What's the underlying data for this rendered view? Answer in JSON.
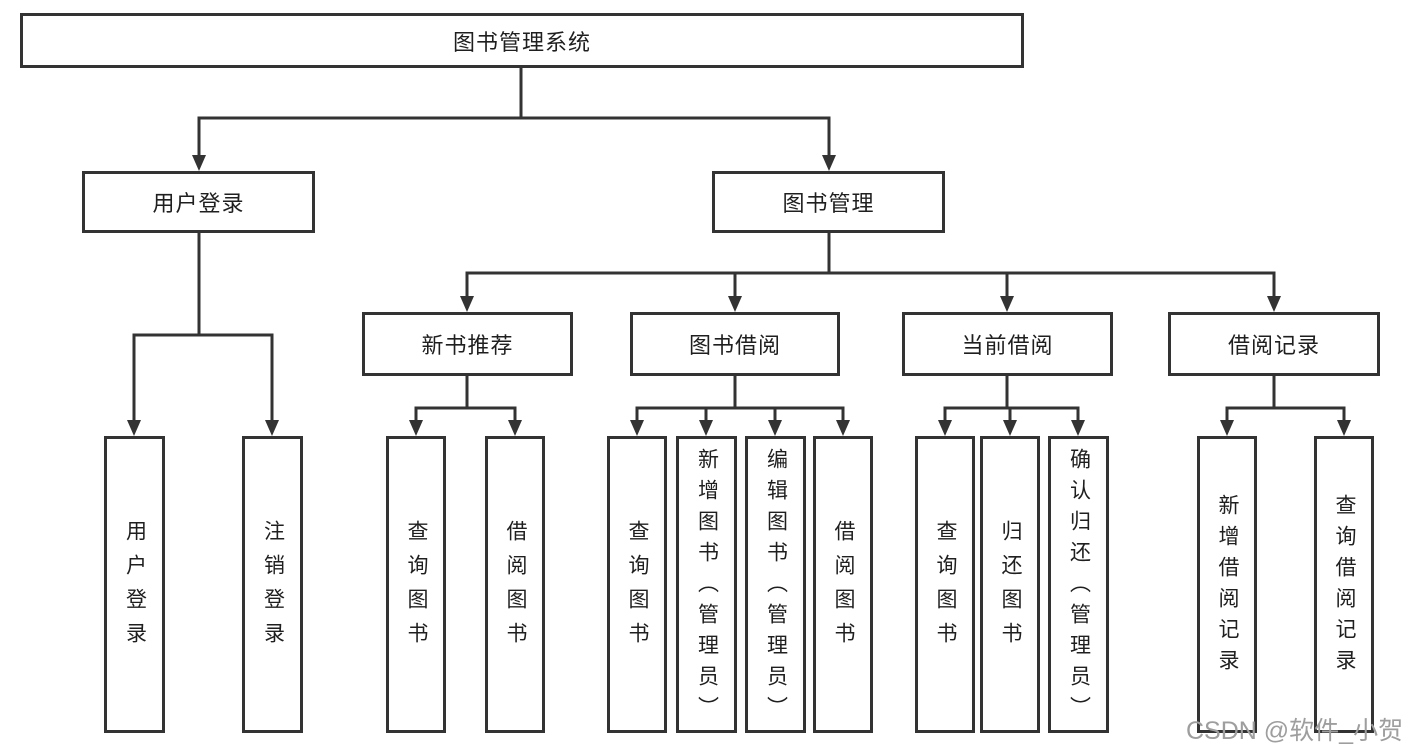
{
  "diagram": {
    "root": {
      "label": "图书管理系统"
    },
    "level2": [
      {
        "label": "用户登录"
      },
      {
        "label": "图书管理"
      }
    ],
    "level3": [
      {
        "label": "新书推荐"
      },
      {
        "label": "图书借阅"
      },
      {
        "label": "当前借阅"
      },
      {
        "label": "借阅记录"
      }
    ],
    "leaves": [
      {
        "label": "用户登录",
        "parent": "用户登录"
      },
      {
        "label": "注销登录",
        "parent": "用户登录"
      },
      {
        "label": "查询图书",
        "parent": "新书推荐"
      },
      {
        "label": "借阅图书",
        "parent": "新书推荐"
      },
      {
        "label": "查询图书",
        "parent": "图书借阅"
      },
      {
        "label": "新增图书（管理员）",
        "parent": "图书借阅"
      },
      {
        "label": "编辑图书（管理员）",
        "parent": "图书借阅"
      },
      {
        "label": "借阅图书",
        "parent": "图书借阅"
      },
      {
        "label": "查询图书",
        "parent": "当前借阅"
      },
      {
        "label": "归还图书",
        "parent": "当前借阅"
      },
      {
        "label": "确认归还（管理员）",
        "parent": "当前借阅"
      },
      {
        "label": "新增借阅记录",
        "parent": "借阅记录"
      },
      {
        "label": "查询借阅记录",
        "parent": "借阅记录"
      }
    ]
  },
  "watermark": {
    "text": "CSDN @软件_小贺同学"
  },
  "colors": {
    "line": "#333333",
    "text": "#1f1f1f",
    "watermark": "#9e9e9e",
    "background": "#ffffff"
  }
}
